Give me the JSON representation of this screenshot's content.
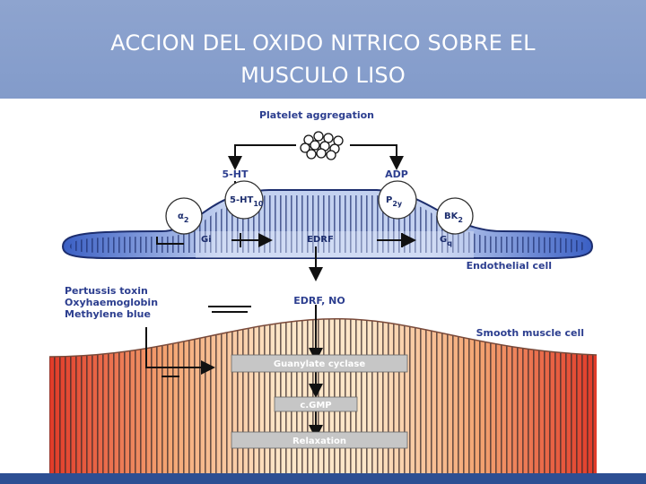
{
  "slide": {
    "title_line1": "ACCION DEL OXIDO NITRICO SOBRE EL",
    "title_line2": "MUSCULO LISO"
  },
  "diagram": {
    "platelet_aggregation": "Platelet aggregation",
    "serotonin": "5-HT",
    "adp": "ADP",
    "receptor_5ht10": "5-HT",
    "receptor_5ht10_sub": "10",
    "receptor_p2y": "P",
    "receptor_p2y_sub": "2y",
    "receptor_alpha2": "α",
    "receptor_alpha2_sub": "2",
    "receptor_bk2": "BK",
    "receptor_bk2_sub": "2",
    "gi": "Gi",
    "gq": "G",
    "gq_sub": "q",
    "edrf": "EDRF",
    "endothelial_cell": "Endothelial cell",
    "pertussis_toxin": "Pertussis toxin",
    "oxyhaemoglobin": "Oxyhaemoglobin",
    "methylene_blue": "Methylene blue",
    "edrf_no": "EDRF, NO",
    "smooth_muscle_cell": "Smooth muscle cell",
    "guanylate_cyclase": "Guanylate cyclase",
    "cgmp": "c.GMP",
    "relaxation": "Relaxation",
    "colors": {
      "endothelium": "#3f66c7",
      "endothelium_light": "#a9bde8",
      "muscle_red": "#e3452f",
      "muscle_light": "#fde3c4",
      "box_gray": "#c6c6c6",
      "label_blue": "#2c3e8f"
    }
  }
}
